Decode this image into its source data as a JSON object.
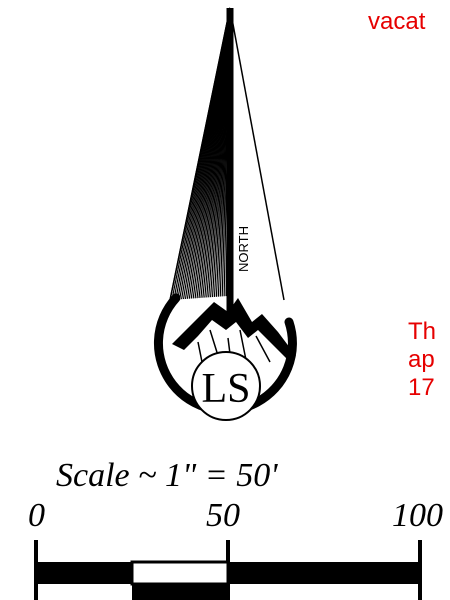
{
  "notes": {
    "top": "vacat",
    "bottom_lines": [
      "Th",
      "ap",
      "17"
    ]
  },
  "north_label": "NORTH",
  "logo_letters": "LS",
  "scale": {
    "title": "Scale ~ 1\" = 50'",
    "ticks": [
      "0",
      "50",
      "100"
    ]
  },
  "colors": {
    "note_text": "#e60000",
    "ink": "#000000"
  }
}
